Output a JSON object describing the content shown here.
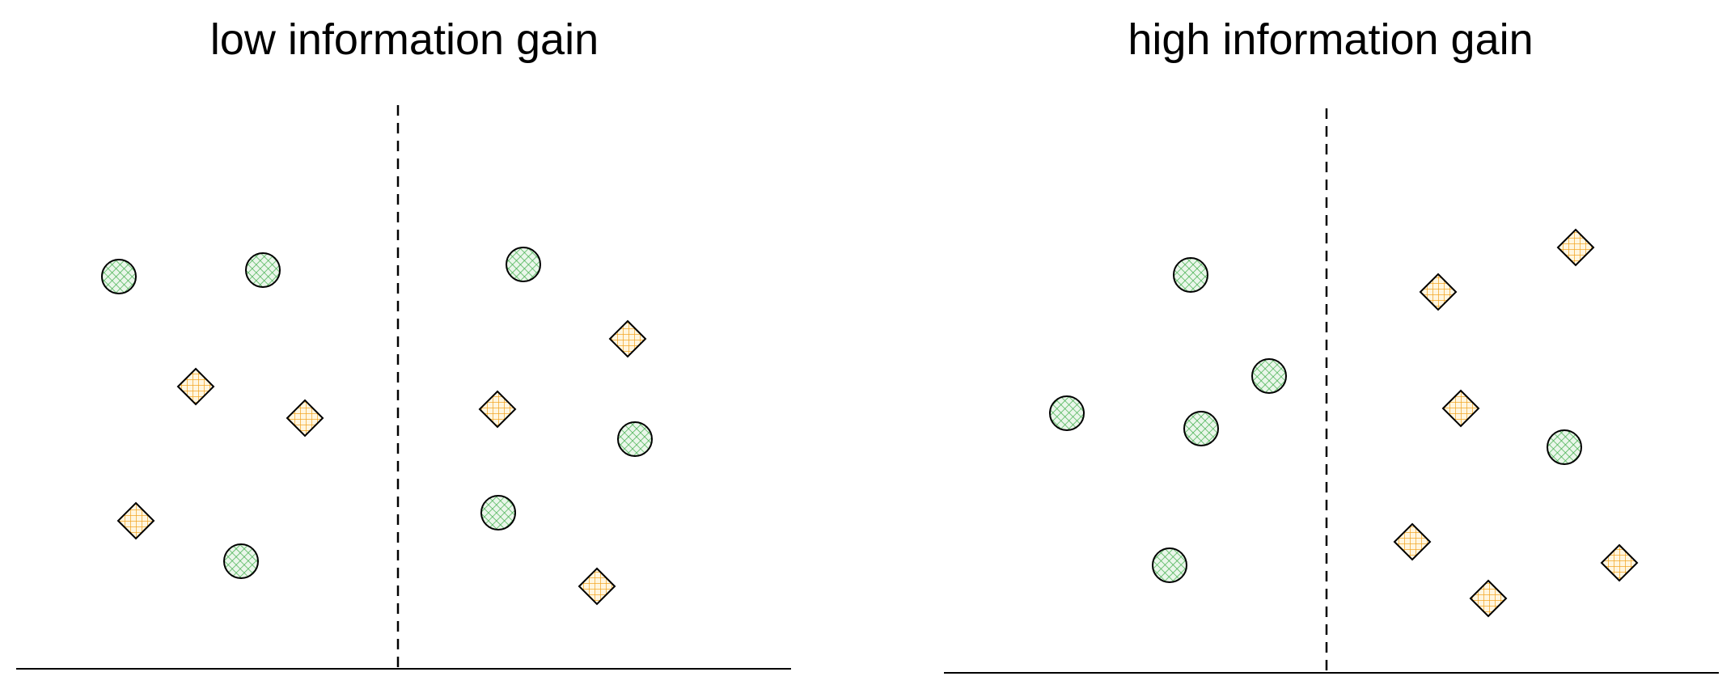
{
  "panels": [
    {
      "title": "low information gain",
      "points": [
        {
          "shape": "circle"
        },
        {
          "shape": "circle"
        },
        {
          "shape": "circle"
        },
        {
          "shape": "diamond"
        },
        {
          "shape": "diamond"
        },
        {
          "shape": "diamond"
        },
        {
          "shape": "diamond"
        },
        {
          "shape": "diamond"
        },
        {
          "shape": "diamond"
        },
        {
          "shape": "circle"
        },
        {
          "shape": "circle"
        },
        {
          "shape": "circle"
        }
      ]
    },
    {
      "title": "high information gain",
      "points": [
        {
          "shape": "circle"
        },
        {
          "shape": "circle"
        },
        {
          "shape": "circle"
        },
        {
          "shape": "circle"
        },
        {
          "shape": "circle"
        },
        {
          "shape": "circle"
        },
        {
          "shape": "diamond"
        },
        {
          "shape": "diamond"
        },
        {
          "shape": "diamond"
        },
        {
          "shape": "diamond"
        },
        {
          "shape": "diamond"
        },
        {
          "shape": "diamond"
        }
      ]
    }
  ],
  "colors": {
    "circle_hatch": "#3fae4a",
    "circle_fill": "#eaf6ea",
    "diamond_hatch": "#f2a21b",
    "diamond_fill": "#fff6e0",
    "outline": "#000000"
  }
}
